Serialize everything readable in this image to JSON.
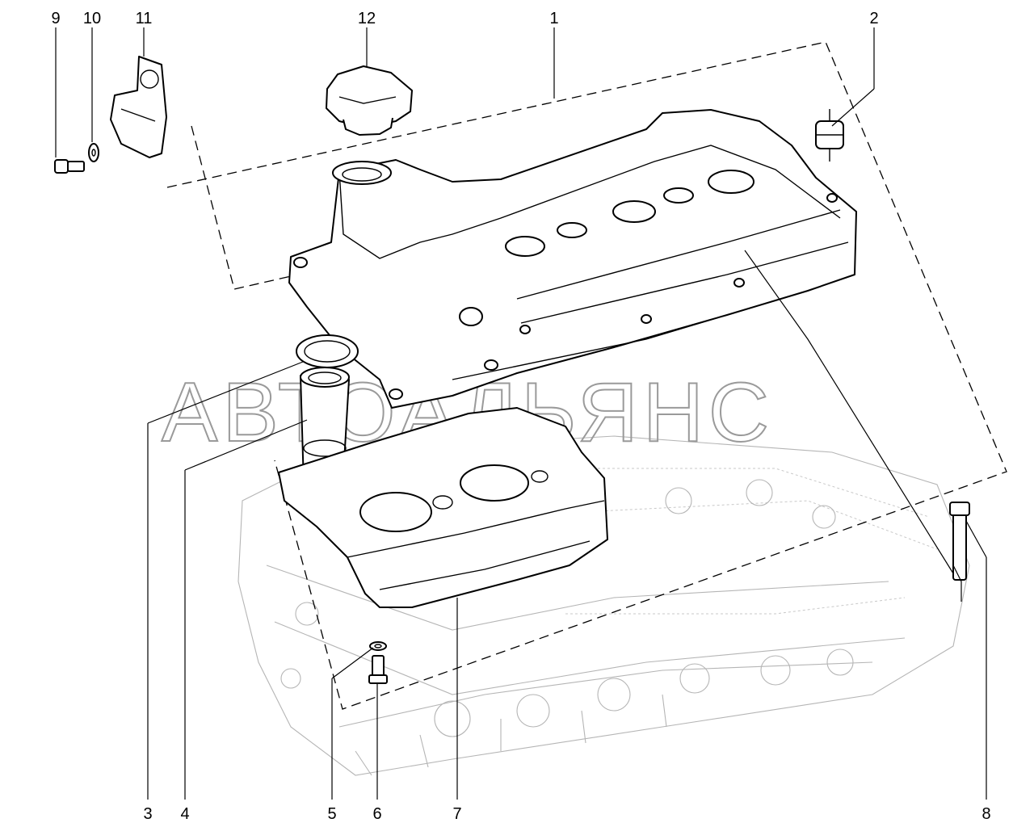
{
  "diagram": {
    "callouts": [
      "1",
      "2",
      "3",
      "4",
      "5",
      "6",
      "7",
      "8",
      "9",
      "10",
      "11",
      "12"
    ],
    "watermark": "АВТОАЛЬЯНС",
    "line_color": "#000000",
    "background_color": "#ffffff",
    "background_engine_color": "#b5b5b5"
  },
  "parts": [
    {
      "callout": "1",
      "icon": "valve-cover-icon"
    },
    {
      "callout": "2",
      "icon": "stud-grommet-icon"
    },
    {
      "callout": "3",
      "icon": "o-ring-icon"
    },
    {
      "callout": "4",
      "icon": "oil-filler-tube-icon"
    },
    {
      "callout": "5",
      "icon": "washer-icon"
    },
    {
      "callout": "6",
      "icon": "screw-icon"
    },
    {
      "callout": "7",
      "icon": "baffle-plate-icon"
    },
    {
      "callout": "8",
      "icon": "long-bolt-icon"
    },
    {
      "callout": "9",
      "icon": "bolt-icon"
    },
    {
      "callout": "10",
      "icon": "washer-icon"
    },
    {
      "callout": "11",
      "icon": "bracket-icon"
    },
    {
      "callout": "12",
      "icon": "oil-filler-cap-icon"
    }
  ]
}
